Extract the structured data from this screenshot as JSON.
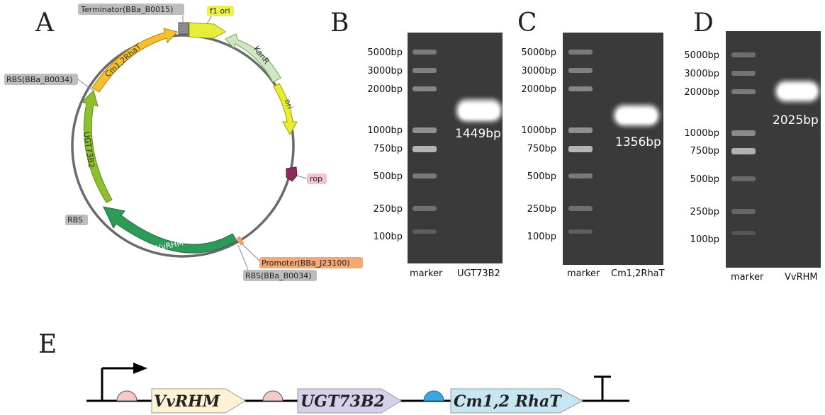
{
  "panel_letters": [
    "A",
    "B",
    "C",
    "D",
    "E"
  ],
  "plasmid": {
    "features": {
      "terminator": "Terminator(BBa_B0015)",
      "f1_ori": "f1 ori",
      "kanr": "KanR",
      "ori": "ori",
      "rop": "rop",
      "promoter": "Promoter(BBa_J23100)",
      "rbs_bottom": "RBS(BBa_B0034)",
      "vvrhm": "VvRHM",
      "rbs_left": "RBS",
      "ugt": "UGT73B2",
      "rbs_top": "RBS(BBa_B0034)",
      "cm": "Cm1,2RhaT"
    },
    "colors": {
      "terminator": "#8c8c8c",
      "f1_ori": "#e6ee3a",
      "kanr": "#cfe6c2",
      "ori": "#e8ee2e",
      "rop": "#8e2a5c",
      "promoter": "#f0a070",
      "vvrhm": "#2e9a5a",
      "ugt": "#8cc02c",
      "cm": "#f4c030",
      "backbone": "#6a6a6a"
    }
  },
  "gels": {
    "B": {
      "ladder": [
        "5000bp",
        "3000bp",
        "2000bp",
        "1000bp",
        "750bp",
        "500bp",
        "250bp",
        "100bp"
      ],
      "lanes": [
        "marker",
        "UGT73B2"
      ],
      "band_label": "1449bp"
    },
    "C": {
      "ladder": [
        "5000bp",
        "3000bp",
        "2000bp",
        "1000bp",
        "750bp",
        "500bp",
        "250bp",
        "100bp"
      ],
      "lanes": [
        "marker",
        "Cm1,2RhaT"
      ],
      "band_label": "1356bp"
    },
    "D": {
      "ladder": [
        "5000bp",
        "3000bp",
        "2000bp",
        "1000bp",
        "750bp",
        "500bp",
        "250bp",
        "100bp"
      ],
      "lanes": [
        "marker",
        "VvRHM"
      ],
      "band_label": "2025bp"
    }
  },
  "construct": {
    "genes": [
      "VvRHM",
      "UGT73B2",
      "Cm1,2 RhaT"
    ],
    "colors": {
      "gene1": "#fdf2d4",
      "gene2": "#d8d0ea",
      "gene3": "#c6e6f4",
      "rbs": "#f6c8c8",
      "rbs_strong": "#3aa8e0"
    }
  }
}
